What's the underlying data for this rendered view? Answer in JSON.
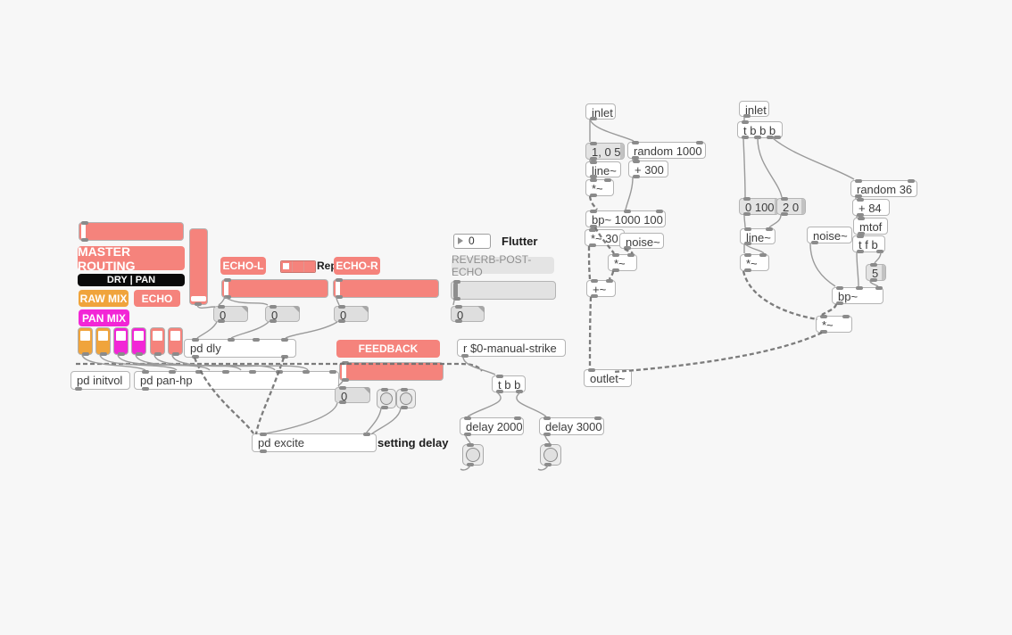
{
  "colors": {
    "pink": "#f5837c",
    "orange": "#f0a43c",
    "magenta": "#f226d6",
    "black": "#0a0a0a",
    "background": "#f7f7f7"
  },
  "left": {
    "master_routing": "MASTER ROUTING",
    "dry_pan": "DRY | PAN",
    "raw_mix": "RAW MIX",
    "echo": "ECHO",
    "pan_mix": "PAN MIX",
    "echo_l": "ECHO-L",
    "rep": "Rep.",
    "echo_r": "ECHO-R",
    "feedback": "FEEDBACK",
    "pd_dly": "pd dly",
    "pd_initvol": "pd initvol",
    "pd_pan_hp": "pd pan-hp",
    "pd_excite": "pd excite",
    "setting_delay": "setting delay",
    "num1": "0",
    "num2": "0",
    "num3": "0",
    "num_feedback": "0"
  },
  "middle": {
    "flutter_value": "0",
    "flutter_label": "Flutter",
    "reverb_label": "REVERB-POST-ECHO",
    "num_reverb": "0",
    "receive": "r $0-manual-strike",
    "t_b_b": "t b b",
    "delay_2000": "delay 2000",
    "delay_3000": "delay 3000"
  },
  "chain_a": {
    "inlet": "inlet",
    "msg_start": "1, 0 5",
    "line": "line~",
    "mul": "*~",
    "random": "random 1000",
    "plus": "+ 300",
    "bp": "bp~ 1000 100",
    "mul30": "*~ 30",
    "noise": "noise~",
    "mul2": "*~",
    "sum": "+~",
    "outlet": "outlet~"
  },
  "chain_b": {
    "inlet": "inlet",
    "trigger": "t b b b",
    "msg_ramp": "0 100",
    "msg_2_0": "2 0",
    "line": "line~",
    "mul": "*~",
    "random": "random 36",
    "plus": "+ 84",
    "mtof": "mtof",
    "trigger_fb": "t f b",
    "msg_q": "5",
    "noise": "noise~",
    "bp": "bp~",
    "mul_out": "*~"
  }
}
